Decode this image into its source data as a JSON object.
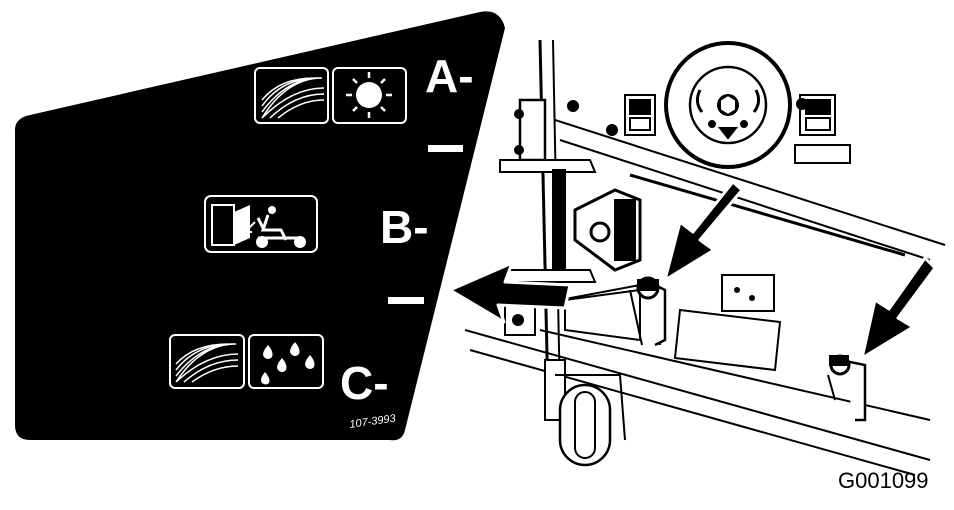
{
  "decal": {
    "positions": [
      {
        "label": "A-",
        "icons": [
          "dry-grass-icon",
          "sun-icon"
        ]
      },
      {
        "label": "B-",
        "icons": [
          "operator-manual-icon"
        ]
      },
      {
        "label": "C-",
        "icons": [
          "wet-grass-icon",
          "raindrops-icon"
        ]
      }
    ],
    "part_number": "107-3993"
  },
  "figure_id": "G001099",
  "colors": {
    "ink": "#000000",
    "paper": "#ffffff"
  }
}
